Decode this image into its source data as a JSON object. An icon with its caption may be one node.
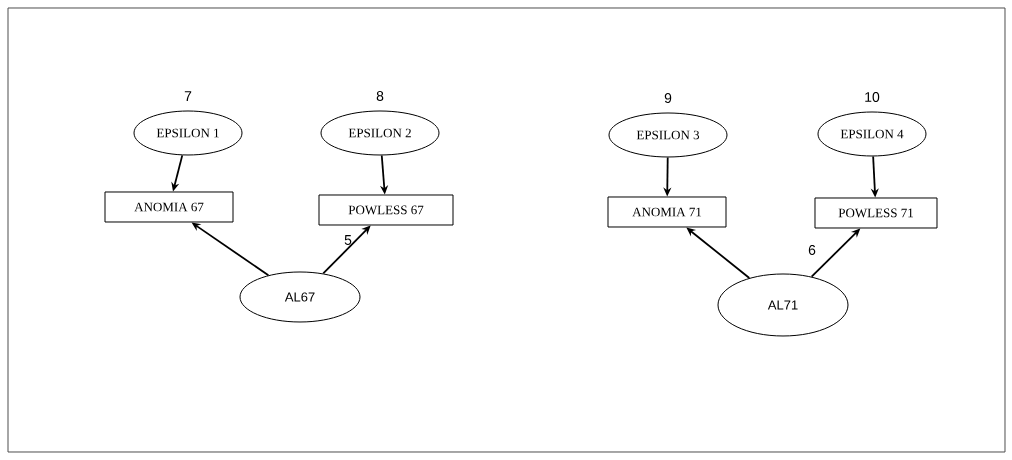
{
  "diagram": {
    "nodes": [
      {
        "text": [
          "EPSILON 1"
        ],
        "beside": [
          "7"
        ]
      },
      {
        "text": [
          "EPSILON 2"
        ],
        "beside": [
          "8"
        ]
      },
      {
        "text": [
          "EPSILON 3"
        ],
        "beside": [
          "9"
        ]
      },
      {
        "text": [
          "EPSILON 4"
        ],
        "beside": [
          "10"
        ]
      },
      {
        "text": [
          "ANOMIA 67"
        ]
      },
      {
        "text": [
          "POWLESS 67"
        ]
      },
      {
        "text": [
          "ANOMIA 71"
        ]
      },
      {
        "text": [
          "POWLESS 71"
        ]
      },
      {
        "text": [
          "AL67"
        ]
      },
      {
        "text": [
          "AL71"
        ]
      }
    ],
    "edges": [
      {
        "from": 0,
        "to": 4,
        "arrow": "to"
      },
      {
        "from": 1,
        "to": 5,
        "arrow": "to"
      },
      {
        "from": 2,
        "to": 6,
        "arrow": "to"
      },
      {
        "from": 3,
        "to": 7,
        "arrow": "to"
      },
      {
        "from": 8,
        "to": 4,
        "arrow": "to"
      },
      {
        "from": 8,
        "to": 5,
        "arrow": "to"
      },
      {
        "from": 9,
        "to": 6,
        "arrow": "to"
      },
      {
        "from": 9,
        "to": 7,
        "arrow": "to"
      }
    ],
    "labels": [
      "5",
      "6"
    ]
  }
}
